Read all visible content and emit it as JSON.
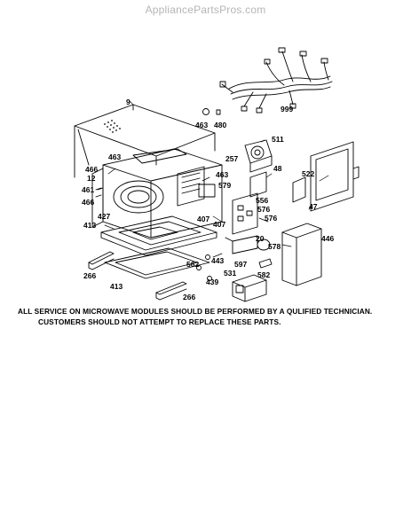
{
  "watermark": "AppliancePartsPros.com",
  "callouts": {
    "c9": "9",
    "c463a": "463",
    "c480": "480",
    "c999": "999",
    "c511": "511",
    "c257": "257",
    "c48": "48",
    "c463b": "463",
    "c463c": "463",
    "c466a": "466",
    "c12": "12",
    "c461": "461",
    "c466b": "466",
    "c579": "579",
    "c522": "522",
    "c47": "47",
    "c556": "556",
    "c576a": "576",
    "c576b": "576",
    "c427": "427",
    "c407a": "407",
    "c407b": "407",
    "c413a": "413",
    "c20": "20",
    "c446": "446",
    "c578": "578",
    "c443": "443",
    "c562": "562",
    "c597": "597",
    "c266a": "266",
    "c531": "531",
    "c582": "582",
    "c439": "439",
    "c413b": "413",
    "c266b": "266"
  },
  "notice": {
    "line1": "ALL SERVICE ON MICROWAVE MODULES SHOULD BE PERFORMED BY A QULIFIED TECHNICIAN.",
    "line2": "CUSTOMERS SHOULD NOT ATTEMPT TO REPLACE THESE PARTS."
  }
}
